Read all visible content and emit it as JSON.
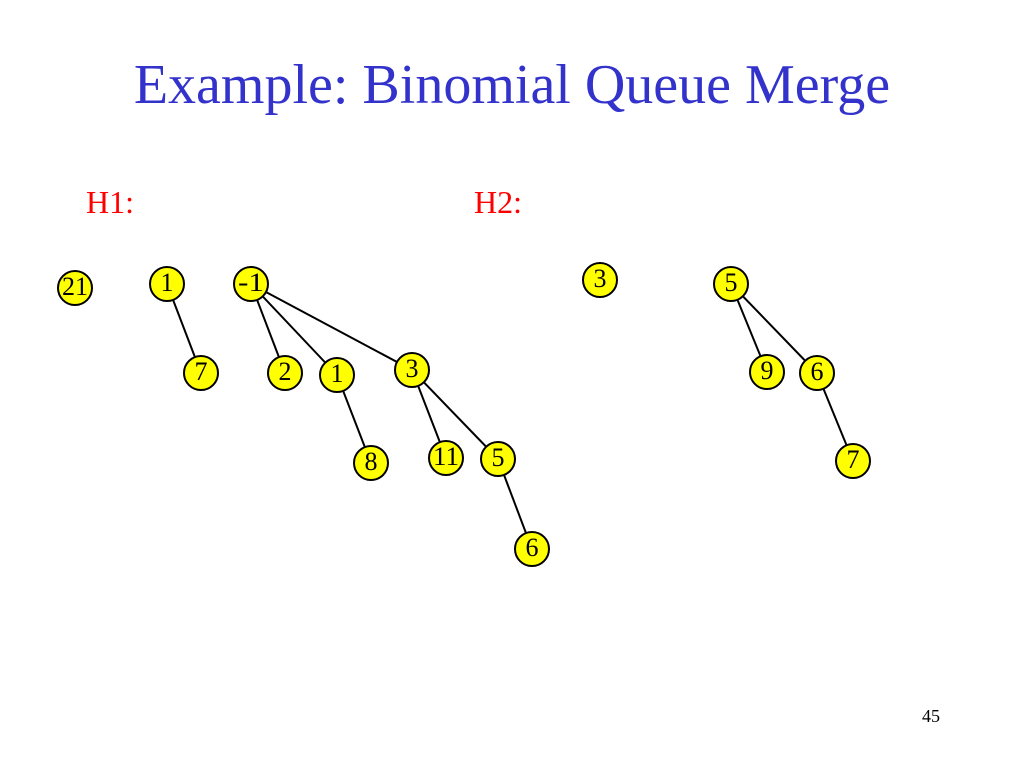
{
  "slide": {
    "title": "Example: Binomial Queue Merge",
    "page_number": "45",
    "node_fill": "#ffff00",
    "title_color": "#3333cc",
    "label_color": "#ff0000"
  },
  "heaps": [
    {
      "label": "H1:",
      "trees": [
        {
          "key": "21",
          "children": []
        },
        {
          "key": "1",
          "children": [
            {
              "key": "7",
              "children": []
            }
          ]
        },
        {
          "key": "-1",
          "children": [
            {
              "key": "2",
              "children": []
            },
            {
              "key": "1",
              "children": [
                {
                  "key": "8",
                  "children": []
                }
              ]
            },
            {
              "key": "3",
              "children": [
                {
                  "key": "11",
                  "children": []
                },
                {
                  "key": "5",
                  "children": [
                    {
                      "key": "6",
                      "children": []
                    }
                  ]
                }
              ]
            }
          ]
        }
      ]
    },
    {
      "label": "H2:",
      "trees": [
        {
          "key": "3",
          "children": []
        },
        {
          "key": "5",
          "children": [
            {
              "key": "9",
              "children": []
            },
            {
              "key": "6",
              "children": [
                {
                  "key": "7",
                  "children": []
                }
              ]
            }
          ]
        }
      ]
    }
  ]
}
